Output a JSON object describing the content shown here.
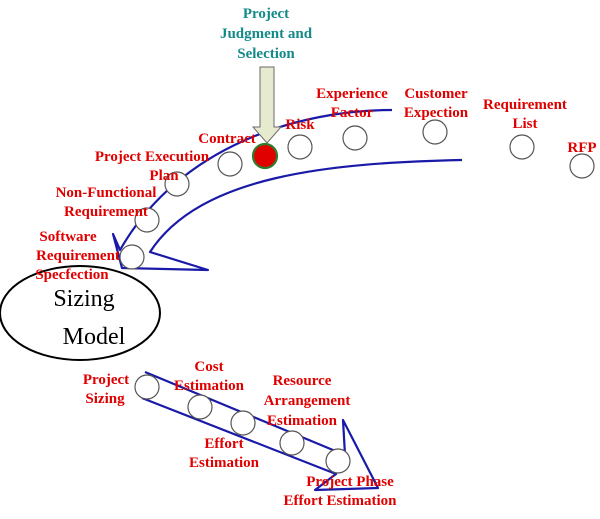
{
  "colors": {
    "label_red": "#e00000",
    "header_teal": "#138a88",
    "arrow_blue": "#1a1aa8",
    "selected_node": "#e00000",
    "pointer_arrow": "#e6ebd0"
  },
  "header": {
    "line1": "Project",
    "line2": "Judgment and",
    "line3": "Selection"
  },
  "inputs": {
    "rfp": "RFP",
    "requirement_list": [
      "Requirement",
      "List"
    ],
    "customer_expection": [
      "Customer",
      "Expection"
    ],
    "experience_factor": [
      "Experience",
      "Factor"
    ],
    "risk": "Risk",
    "contract": "Contract",
    "project_execution_plan": [
      "Project Execution",
      "Plan"
    ],
    "non_functional_requirement": [
      "Non-Functional",
      "Requirement"
    ],
    "software_requirement_specfection": [
      "Software",
      "Requirement",
      "Specfection"
    ]
  },
  "model": {
    "line1": "Sizing",
    "line2": "Model"
  },
  "outputs": {
    "project_sizing": [
      "Project",
      "Sizing"
    ],
    "cost_estimation": [
      "Cost",
      "Estimation"
    ],
    "effort_estimation": [
      "Effort",
      "Estimation"
    ],
    "resource_arrangement_estimation": [
      "Resource",
      "Arrangement",
      "Estimation"
    ],
    "project_phase_effort_estimation": [
      "Project Phase",
      "Effort Estimation"
    ]
  }
}
